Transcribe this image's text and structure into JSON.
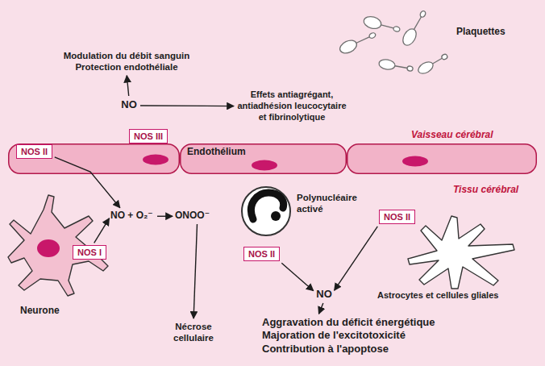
{
  "diagram": {
    "nodes": [
      {
        "text": [
          "Modulation du débit sanguin Protection endothéliale"
        ]
      },
      {
        "text": [
          "NO"
        ]
      },
      {
        "text": [
          "Effets antiagrégant, antiadhésion leucocytaire et fibrinolytique"
        ]
      },
      {
        "text": [
          "Endothélium"
        ]
      },
      {
        "text": [
          "NOS II"
        ],
        "in": 3
      },
      {
        "text": [
          "NOS III"
        ],
        "in": 3
      },
      {
        "text": [
          "Neurone"
        ]
      },
      {
        "text": [
          "NOS I"
        ],
        "in": 6
      },
      {
        "text": [
          "NO + O₂⁻"
        ]
      },
      {
        "text": [
          "ONOO⁻"
        ]
      },
      {
        "text": [
          "Nécrose cellulaire"
        ]
      },
      {
        "text": [
          "Polynucléaire activé"
        ]
      },
      {
        "text": [
          "NOS II"
        ],
        "in": 11
      },
      {
        "text": [
          "NO"
        ]
      },
      {
        "text": [
          "Astrocytes et cellules gliales"
        ]
      },
      {
        "text": [
          "NOS II"
        ],
        "in": 14
      },
      {
        "text": [
          "Aggravation du déficit énergétique Majoration de l'excitotoxicité Contribution à l'apoptose"
        ]
      }
    ],
    "edges": [
      {
        "from": 1,
        "to": 0,
        "arrow": "to"
      },
      {
        "from": 1,
        "to": 2,
        "arrow": "to"
      },
      {
        "from": 4,
        "to": 8,
        "arrow": "to"
      },
      {
        "from": 7,
        "to": 8,
        "arrow": "to"
      },
      {
        "from": 8,
        "to": 9,
        "arrow": "to"
      },
      {
        "from": 9,
        "to": 10,
        "arrow": "to"
      },
      {
        "from": 12,
        "to": 13,
        "arrow": "to"
      },
      {
        "from": 15,
        "to": 13,
        "arrow": "to"
      },
      {
        "from": 13,
        "to": 16,
        "arrow": "to"
      }
    ],
    "labels": [
      "Plaquettes",
      "Vaisseau cérébral",
      "Tissu cérébral"
    ]
  }
}
